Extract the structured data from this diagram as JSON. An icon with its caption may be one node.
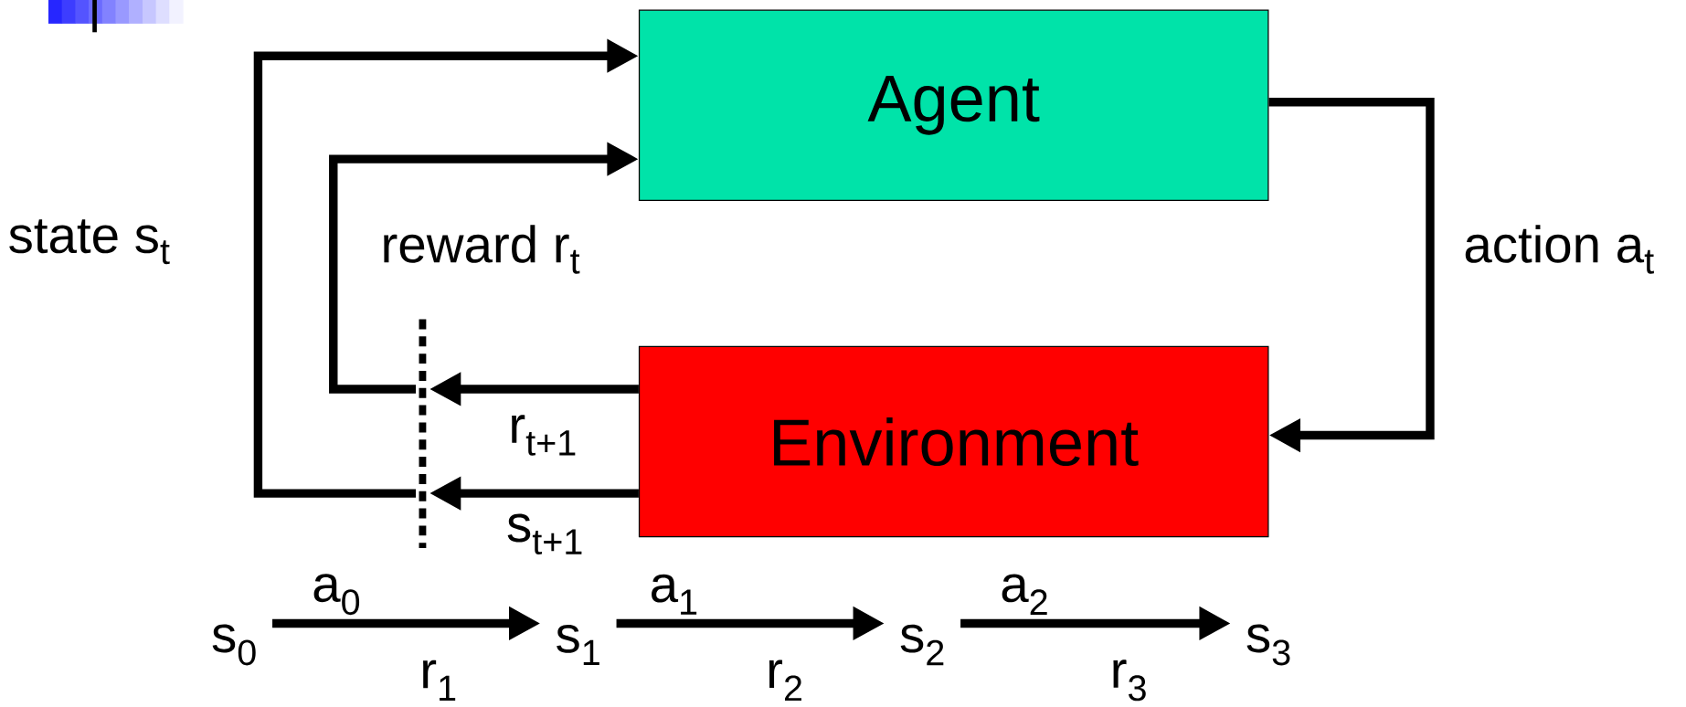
{
  "diagram": {
    "nodes": [
      {
        "text": [
          "Agent"
        ]
      },
      {
        "text": [
          "Environment"
        ]
      },
      {
        "text": [],
        "shape": "line"
      },
      {
        "text": [
          "s$_{0}$"
        ]
      },
      {
        "text": [
          "s$_{1}$"
        ]
      },
      {
        "text": [
          "s$_{2}$"
        ]
      },
      {
        "text": [
          "s$_{3}$"
        ]
      }
    ],
    "edges": [
      {
        "from": 0,
        "to": 1,
        "arrow": "to",
        "label": "action a$_{t}$"
      },
      {
        "from": 1,
        "to": 2,
        "arrow": "to",
        "label": "r$_{t+1}$"
      },
      {
        "from": 1,
        "to": 2,
        "arrow": "to",
        "label": "s$_{t+1}$"
      },
      {
        "from": 2,
        "to": 0,
        "arrow": "to",
        "label": "reward r$_{t}$"
      },
      {
        "from": 2,
        "to": 0,
        "arrow": "to",
        "label": "state s$_{t}$"
      },
      {
        "from": 3,
        "to": 4,
        "arrow": "to",
        "label": "a$_{0}$"
      },
      {
        "from": 4,
        "to": 5,
        "arrow": "to",
        "label": "a$_{1}$"
      },
      {
        "from": 5,
        "to": 6,
        "arrow": "to",
        "label": "a$_{2}$"
      }
    ],
    "labels": [
      "r$_{1}$",
      "r$_{2}$",
      "r$_{3}$"
    ]
  }
}
